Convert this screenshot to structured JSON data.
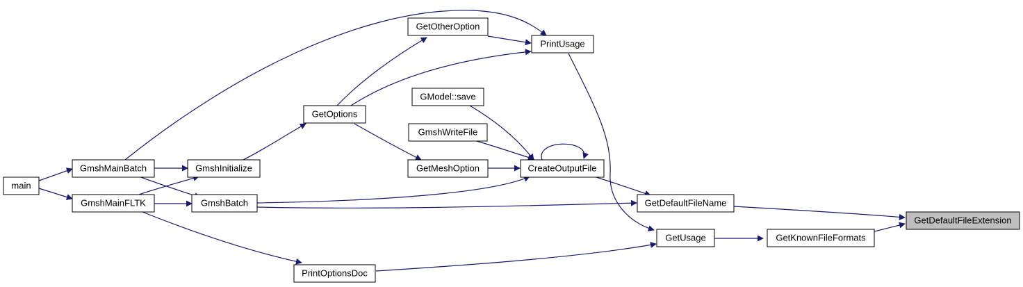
{
  "nodes": {
    "main": "main",
    "gmsh_main_batch": "GmshMainBatch",
    "gmsh_main_fltk": "GmshMainFLTK",
    "gmsh_initialize": "GmshInitialize",
    "gmsh_batch": "GmshBatch",
    "get_options": "GetOptions",
    "get_other_option": "GetOtherOption",
    "print_usage": "PrintUsage",
    "gmodel_save": "GModel::save",
    "gmsh_write_file": "GmshWriteFile",
    "get_mesh_option": "GetMeshOption",
    "create_output_file": "CreateOutputFile",
    "get_default_file_name": "GetDefaultFileName",
    "get_usage": "GetUsage",
    "print_options_doc": "PrintOptionsDoc",
    "get_known_file_formats": "GetKnownFileFormats",
    "get_default_file_extension": "GetDefaultFileExtension"
  },
  "colors": {
    "edge": "#191970",
    "focus_fill": "#bfbfbf"
  }
}
